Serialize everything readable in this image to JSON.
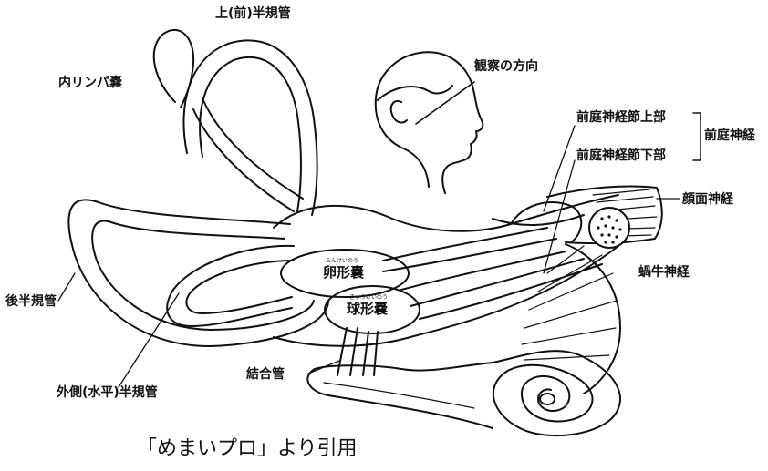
{
  "labels": {
    "anterior_canal": "上(前)半規管",
    "endolymphatic_sac": "内リンパ嚢",
    "posterior_canal": "後半規管",
    "lateral_canal": "外側(水平)半規管",
    "view_direction": "観察の方向",
    "superior_vestibular_ganglion": "前庭神経節上部",
    "inferior_vestibular_ganglion": "前庭神経節下部",
    "vestibular_nerve": "前庭神経",
    "facial_nerve": "顔面神経",
    "cochlear_nerve": "蝸牛神経",
    "utricle": "卵形嚢",
    "utricle_ruby": "らんけいのう",
    "saccule": "球形嚢",
    "saccule_ruby": "きゅうけいのう",
    "ductus_reuniens": "結合管"
  },
  "credit": "「めまいプロ」より引用"
}
